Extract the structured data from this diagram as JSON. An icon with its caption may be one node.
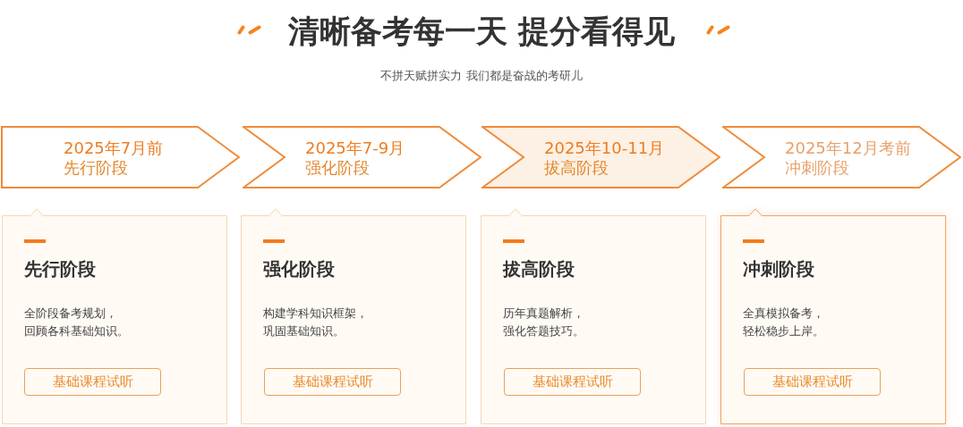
{
  "diagram": {
    "title": "清晰备考每一天 提分看得见",
    "nodes": [
      {
        "text": [
          "2025年7月前",
          "先行阶段"
        ]
      },
      {
        "text": [
          "2025年7-9月",
          "强化阶段"
        ]
      },
      {
        "text": [
          "2025年10-11月",
          "拔高阶段"
        ]
      },
      {
        "text": [
          "2025年12月考前",
          "冲刺阶段"
        ]
      },
      {
        "text": [
          "先行阶段",
          "全阶段备考规划，回顾各科基础知识。"
        ]
      },
      {
        "text": [
          "基础课程试听"
        ],
        "in": 4
      },
      {
        "text": [
          "强化阶段",
          "构建学科知识框架，巩固基础知识。"
        ]
      },
      {
        "text": [
          "基础课程试听"
        ],
        "in": 6
      },
      {
        "text": [
          "拔高阶段",
          "历年真题解析，强化答题技巧。"
        ]
      },
      {
        "text": [
          "基础课程试听"
        ],
        "in": 8
      },
      {
        "text": [
          "冲刺阶段",
          "全真模拟备考，轻松稳步上岸。"
        ]
      },
      {
        "text": [
          "基础课程试听"
        ],
        "in": 10
      }
    ],
    "labels": [
      "不拼天赋拼实力 我们都是奋战的考研儿"
    ]
  }
}
